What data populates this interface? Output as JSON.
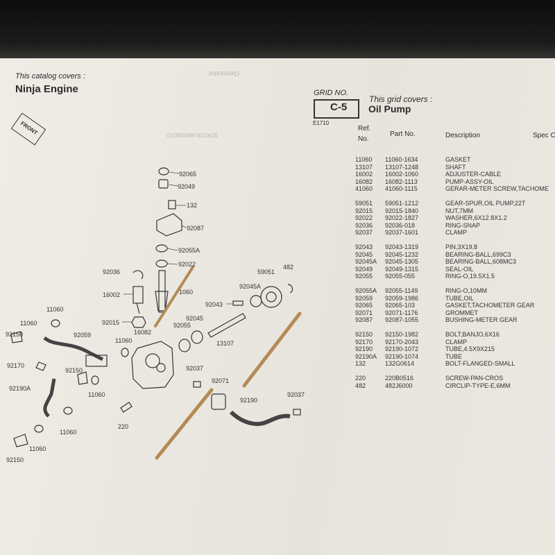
{
  "catalog": {
    "cover_text": "This catalog covers :",
    "engine": "Ninja Engine",
    "grid_label": "GRID NO.",
    "grid_no": "C-5",
    "grid_covers_label": "This grid covers :",
    "grid_title": "Oil Pump",
    "figure_ref": "E1710",
    "front_badge": "FRONT"
  },
  "table": {
    "headers": {
      "ref_line1": "Ref.",
      "ref_line2": "No.",
      "part_no": "Part No.",
      "description": "Description",
      "spec": "Spec C"
    },
    "rows": [
      {
        "ref": "11060",
        "part": "11060-1634",
        "desc": "GASKET"
      },
      {
        "ref": "13107",
        "part": "13107-1248",
        "desc": "SHAFT"
      },
      {
        "ref": "16002",
        "part": "16002-1060",
        "desc": "ADJUSTER-CABLE"
      },
      {
        "ref": "16082",
        "part": "16082-1113",
        "desc": "PUMP-ASSY-OIL"
      },
      {
        "ref": "41060",
        "part": "41060-1115",
        "desc": "GERAR-METER SCREW,TACHOME"
      },
      {
        "ref": "59051",
        "part": "59051-1212",
        "desc": "GEAR-SPUR,OIL PUMP,22T"
      },
      {
        "ref": "92015",
        "part": "92015-1840",
        "desc": "NUT,7MM"
      },
      {
        "ref": "92022",
        "part": "92022-1827",
        "desc": "WASHER,6X12.8X1.2"
      },
      {
        "ref": "92036",
        "part": "92036-018",
        "desc": "RING-SNAP"
      },
      {
        "ref": "92037",
        "part": "92037-1601",
        "desc": "CLAMP"
      },
      {
        "ref": "92043",
        "part": "92043-1319",
        "desc": "PIN,3X19.8"
      },
      {
        "ref": "92045",
        "part": "92045-1232",
        "desc": "BEARING-BALL,699C3"
      },
      {
        "ref": "92045A",
        "part": "92045-1305",
        "desc": "BEARING-BALL,608MC3"
      },
      {
        "ref": "92049",
        "part": "92049-1315",
        "desc": "SEAL-OIL"
      },
      {
        "ref": "92055",
        "part": "92055-055",
        "desc": "RING-O,19.5X1.5"
      },
      {
        "ref": "92055A",
        "part": "92055-1149",
        "desc": "RING-O,10MM"
      },
      {
        "ref": "92059",
        "part": "92059-1986",
        "desc": "TUBE,OIL"
      },
      {
        "ref": "92065",
        "part": "92065-103",
        "desc": "GASKET,TACHOMETER GEAR"
      },
      {
        "ref": "92071",
        "part": "92071-1176",
        "desc": "GROMMET"
      },
      {
        "ref": "92087",
        "part": "92087-1055",
        "desc": "BUSHING-METER GEAR"
      },
      {
        "ref": "92150",
        "part": "92150-1982",
        "desc": "BOLT,BANJO,6X16"
      },
      {
        "ref": "92170",
        "part": "92170-2043",
        "desc": "CLAMP"
      },
      {
        "ref": "92190",
        "part": "92190-1072",
        "desc": "TUBE,4.5X9X215"
      },
      {
        "ref": "92190A",
        "part": "92190-1074",
        "desc": "TUBE"
      },
      {
        "ref": "132",
        "part": "132G0614",
        "desc": "BOLT-FLANGED-SMALL"
      },
      {
        "ref": "220",
        "part": "220B0516",
        "desc": "SCREW-PAN-CROS"
      },
      {
        "ref": "482",
        "part": "482J6000",
        "desc": "CIRCLIP-TYPE-E,6MM"
      }
    ]
  },
  "diagram_labels": [
    "92065",
    "92049",
    "132",
    "92087",
    "92055A",
    "92022",
    "92036",
    "59051",
    "482",
    "16002",
    "92045A",
    "1060",
    "92043",
    "92015",
    "16082",
    "92045",
    "92055",
    "13107",
    "11060",
    "11060",
    "11060",
    "92059",
    "92150",
    "92170",
    "92150",
    "92190A",
    "11060",
    "220",
    "92037",
    "92071",
    "92190",
    "92037",
    "11060",
    "92150",
    "11060"
  ]
}
